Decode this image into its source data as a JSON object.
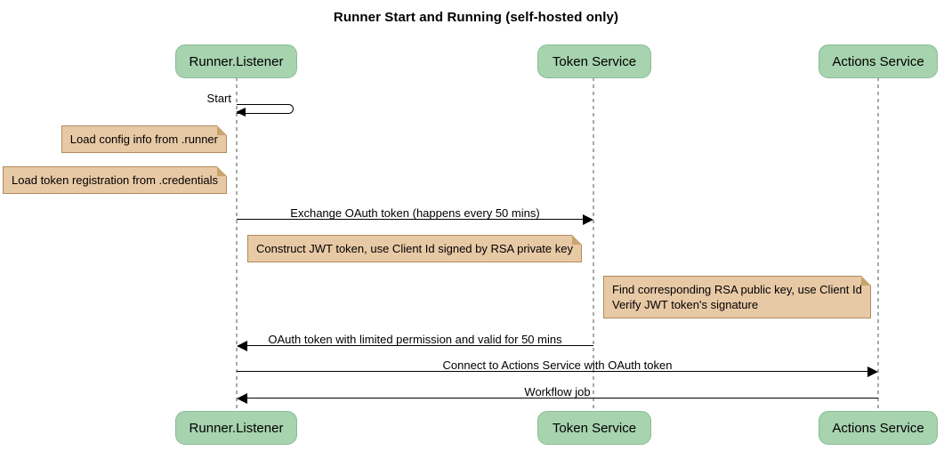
{
  "title": "Runner Start and Running (self-hosted only)",
  "actors": [
    {
      "id": "runner-listener",
      "label": "Runner.Listener"
    },
    {
      "id": "token-service",
      "label": "Token Service"
    },
    {
      "id": "actions-service",
      "label": "Actions Service"
    }
  ],
  "messages": {
    "start_self": {
      "label": "Start",
      "from": "runner-listener",
      "to": "runner-listener",
      "type": "self"
    },
    "exchange_token": {
      "label": "Exchange OAuth token (happens every 50 mins)",
      "from": "runner-listener",
      "to": "token-service",
      "type": "solid-arrow"
    },
    "oauth_return": {
      "label": "OAuth token with limited permission and valid for 50 mins",
      "from": "token-service",
      "to": "runner-listener",
      "type": "solid-arrow"
    },
    "connect": {
      "label": "Connect to Actions Service with OAuth token",
      "from": "runner-listener",
      "to": "actions-service",
      "type": "solid-arrow"
    },
    "workflow_job": {
      "label": "Workflow job",
      "from": "actions-service",
      "to": "runner-listener",
      "type": "solid-arrow"
    }
  },
  "notes": {
    "load_config": {
      "text": "Load config info from .runner"
    },
    "load_token_registration": {
      "text": "Load token registration from .credentials"
    },
    "construct_jwt": {
      "text": "Construct JWT token, use Client Id signed by RSA private key"
    },
    "verify_jwt": {
      "lines": [
        "Find corresponding RSA public key, use Client Id",
        "Verify JWT token's signature"
      ]
    }
  },
  "colors": {
    "background": "#ffffff",
    "actor_fill": "#a7d3af",
    "actor_border": "#8abb95",
    "note_fill": "#e8c9a6",
    "note_border": "#b08b5a",
    "lifeline": "#a9a9a9",
    "arrow": "#000000"
  }
}
